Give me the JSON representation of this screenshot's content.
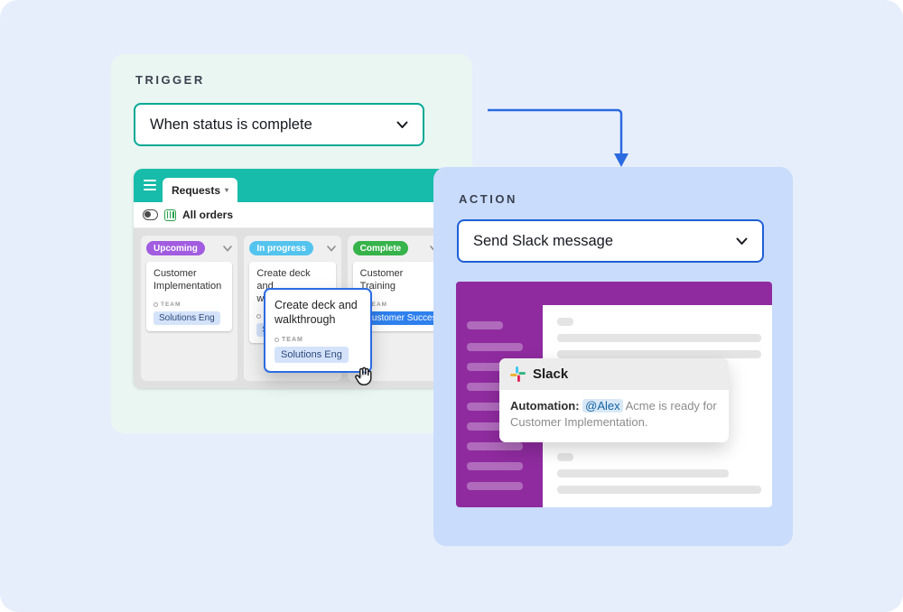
{
  "colors": {
    "page_bg": "#e7eefb",
    "trigger_panel_bg": "#eaf6f1",
    "trigger_accent_teal": "#00a896",
    "board_header_teal": "#17bcaa",
    "action_panel_bg": "#c9dcfb",
    "action_accent_blue": "#1d5fd6",
    "arrow_blue": "#2b6ae0",
    "badge_upcoming": "#a15ce0",
    "badge_in_progress": "#54c4ef",
    "badge_complete": "#36b34a",
    "chip_light_blue": "#d5e3fa",
    "chip_solid_blue": "#2f80ed",
    "slack_purple": "#8f2b9f",
    "mention_blue": "#1264a3"
  },
  "trigger": {
    "label": "TRIGGER",
    "select_value": "When status is complete"
  },
  "board": {
    "tab": "Requests",
    "toolbar_view": "All orders",
    "columns": [
      {
        "badge": "Upcoming",
        "card": {
          "title": "Customer Implementation",
          "team": "TEAM",
          "chip": "Solutions Eng"
        }
      },
      {
        "badge": "In progress",
        "card": {
          "title": "Create deck and walkthrough",
          "team": "TEAM",
          "chip": "Solutions Eng"
        }
      },
      {
        "badge": "Complete",
        "card": {
          "title": "Customer Training",
          "team": "TEAM",
          "chip": "Customer Success"
        }
      }
    ]
  },
  "drag_card": {
    "title": "Create deck and walkthrough",
    "team": "TEAM",
    "chip": "Solutions Eng"
  },
  "action": {
    "label": "ACTION",
    "select_value": "Send Slack message"
  },
  "slack": {
    "app_name": "Slack",
    "message": {
      "prefix": "Automation:",
      "mention": "@Alex",
      "text": " Acme is ready for Customer Implementation."
    }
  }
}
